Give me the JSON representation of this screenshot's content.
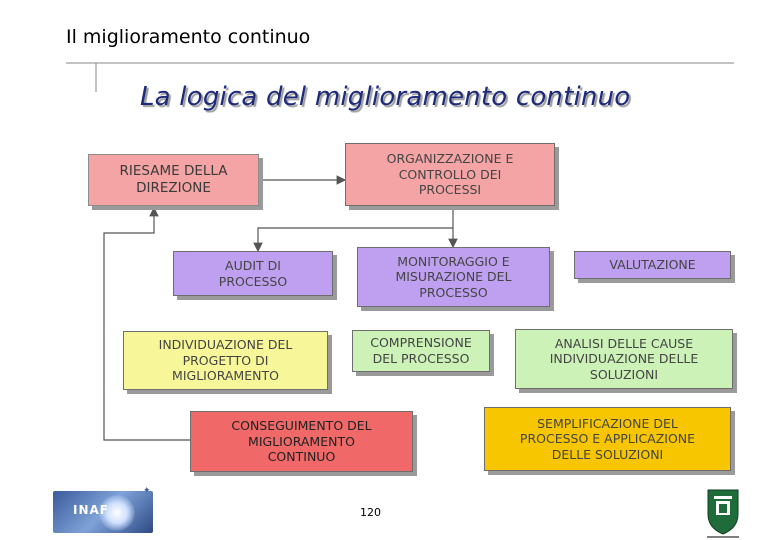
{
  "slide": {
    "header_title": "Il miglioramento continuo",
    "main_title": "La logica del miglioramento continuo",
    "page_number": "120"
  },
  "boxes": {
    "riesame": "RIESAME DELLA\nDIREZIONE",
    "organizzazione": "ORGANIZZAZIONE E\nCONTROLLO DEI\nPROCESSI",
    "audit": "AUDIT DI\nPROCESSO",
    "monitoraggio": "MONITORAGGIO E\nMISURAZIONE DEL\nPROCESSO",
    "valutazione": "VALUTAZIONE",
    "individuazione": "INDIVIDUAZIONE DEL\nPROGETTO DI\nMIGLIORAMENTO",
    "comprensione": "COMPRENSIONE\nDEL PROCESSO",
    "analisi": "ANALISI DELLE CAUSE\nINDIVIDUAZIONE DELLE\nSOLUZIONI",
    "conseguimento": "CONSEGUIMENTO DEL\nMIGLIORAMENTO\nCONTINUO",
    "semplificazione": "SEMPLIFICAZIONE DEL\nPROCESSO E APPLICAZIONE\nDELLE SOLUZIONI"
  },
  "logos": {
    "left": "INAF"
  },
  "colors": {
    "pink": "#f4a4a4",
    "lavender": "#bfa0f0",
    "yellow": "#f7f79a",
    "green": "#ccf2b8",
    "red": "#f06868",
    "orange": "#f7c600",
    "title_blue": "#1e2a7a"
  }
}
